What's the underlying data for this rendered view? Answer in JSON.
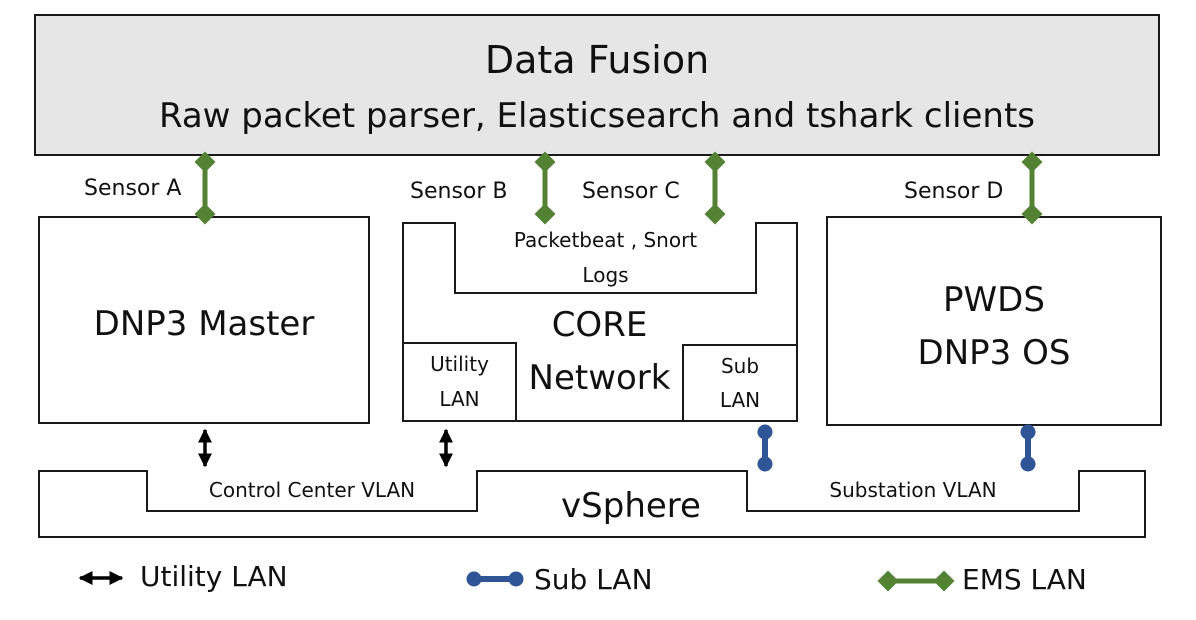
{
  "fusion": {
    "title": "Data Fusion",
    "subtitle": "Raw packet parser, Elasticsearch and tshark clients"
  },
  "sensors": {
    "a": "Sensor A",
    "b": "Sensor B",
    "c": "Sensor C",
    "d": "Sensor D"
  },
  "dnp3_master": {
    "label": "DNP3 Master"
  },
  "core": {
    "label_line1": "CORE",
    "label_line2": "Network",
    "packetbeat_line1": "Packetbeat , Snort",
    "packetbeat_line2": "Logs",
    "utility_line1": "Utility",
    "utility_line2": "LAN",
    "sub_line1": "Sub",
    "sub_line2": "LAN"
  },
  "pwds": {
    "line1": "PWDS",
    "line2": "DNP3 OS"
  },
  "vsphere": {
    "label": "vSphere",
    "control_center_vlan": "Control Center VLAN",
    "substation_vlan": "Substation VLAN"
  },
  "legend": {
    "utility_lan": "Utility LAN",
    "sub_lan": "Sub LAN",
    "ems_lan": "EMS LAN"
  },
  "colors": {
    "ems_green": "#548235",
    "sub_blue": "#2f5597",
    "utility_black": "#000000",
    "fusion_fill": "#e6e6e6"
  }
}
